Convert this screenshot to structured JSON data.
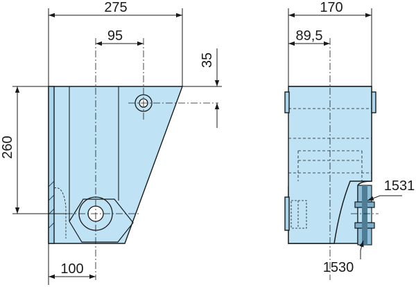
{
  "colors": {
    "part_fill": "#bfe3f5",
    "outline": "#1a1a1a",
    "background": "#ffffff"
  },
  "dimensions": {
    "overall_width": "275",
    "hole_offset": "95",
    "top_to_hole": "35",
    "height": "260",
    "bottom_offset": "100",
    "side_width": "170",
    "side_half": "89,5"
  },
  "callouts": {
    "part_upper": "1531",
    "part_lower": "1530"
  }
}
